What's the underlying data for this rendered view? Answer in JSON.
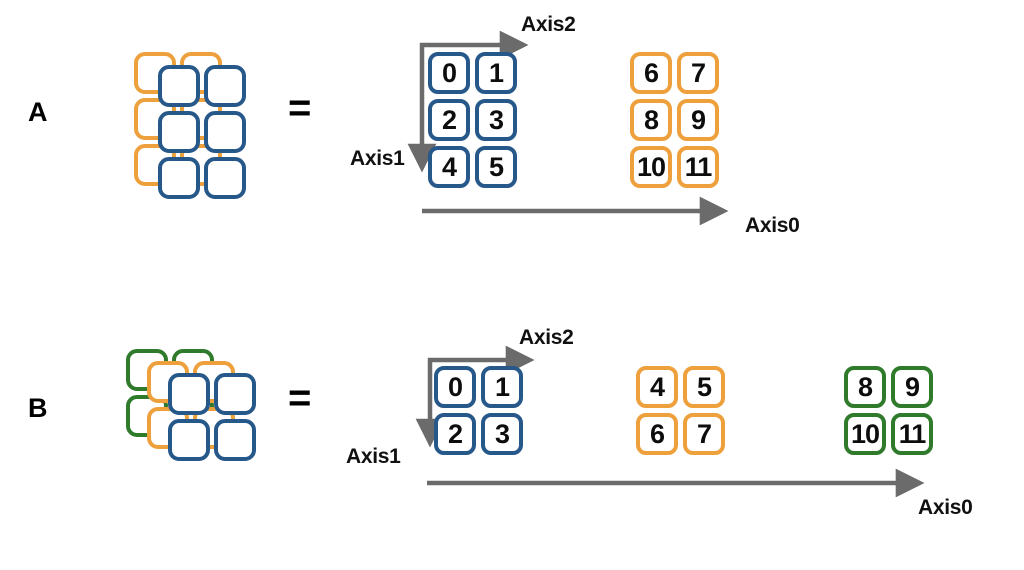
{
  "figure": {
    "type": "diagram",
    "subject": "tensor-axis-memory-layout",
    "background": "#ffffff",
    "colors": {
      "blue": "#27588a",
      "orange": "#eda03c",
      "green": "#2f7a2b",
      "axis_gray": "#6b6b6b",
      "text": "#0d0d0d"
    }
  },
  "panels": [
    {
      "id": "A",
      "label": "A",
      "equals": "=",
      "stack": {
        "name": "tensor-stack-a",
        "shape": [
          2,
          3,
          2
        ],
        "layers": [
          {
            "color": "orange",
            "rows": 3,
            "cols": 2
          },
          {
            "color": "blue",
            "rows": 3,
            "cols": 2
          }
        ]
      },
      "axes": [
        {
          "name": "Axis2",
          "label": "Axis2",
          "direction": "right"
        },
        {
          "name": "Axis1",
          "label": "Axis1",
          "direction": "down"
        },
        {
          "name": "Axis0",
          "label": "Axis0",
          "direction": "right"
        }
      ],
      "slices": [
        {
          "color": "blue",
          "rows": 3,
          "cols": 2,
          "values": [
            [
              "0",
              "1"
            ],
            [
              "2",
              "3"
            ],
            [
              "4",
              "5"
            ]
          ]
        },
        {
          "color": "orange",
          "rows": 3,
          "cols": 2,
          "values": [
            [
              "6",
              "7"
            ],
            [
              "8",
              "9"
            ],
            [
              "10",
              "11"
            ]
          ]
        }
      ]
    },
    {
      "id": "B",
      "label": "B",
      "equals": "=",
      "stack": {
        "name": "tensor-stack-b",
        "shape": [
          3,
          2,
          2
        ],
        "layers": [
          {
            "color": "green",
            "rows": 2,
            "cols": 2
          },
          {
            "color": "orange",
            "rows": 2,
            "cols": 2
          },
          {
            "color": "blue",
            "rows": 2,
            "cols": 2
          }
        ]
      },
      "axes": [
        {
          "name": "Axis2",
          "label": "Axis2",
          "direction": "right"
        },
        {
          "name": "Axis1",
          "label": "Axis1",
          "direction": "down"
        },
        {
          "name": "Axis0",
          "label": "Axis0",
          "direction": "right"
        }
      ],
      "slices": [
        {
          "color": "blue",
          "rows": 2,
          "cols": 2,
          "values": [
            [
              "0",
              "1"
            ],
            [
              "2",
              "3"
            ]
          ]
        },
        {
          "color": "orange",
          "rows": 2,
          "cols": 2,
          "values": [
            [
              "4",
              "5"
            ],
            [
              "6",
              "7"
            ]
          ]
        },
        {
          "color": "green",
          "rows": 2,
          "cols": 2,
          "values": [
            [
              "8",
              "9"
            ],
            [
              "10",
              "11"
            ]
          ]
        }
      ]
    }
  ]
}
